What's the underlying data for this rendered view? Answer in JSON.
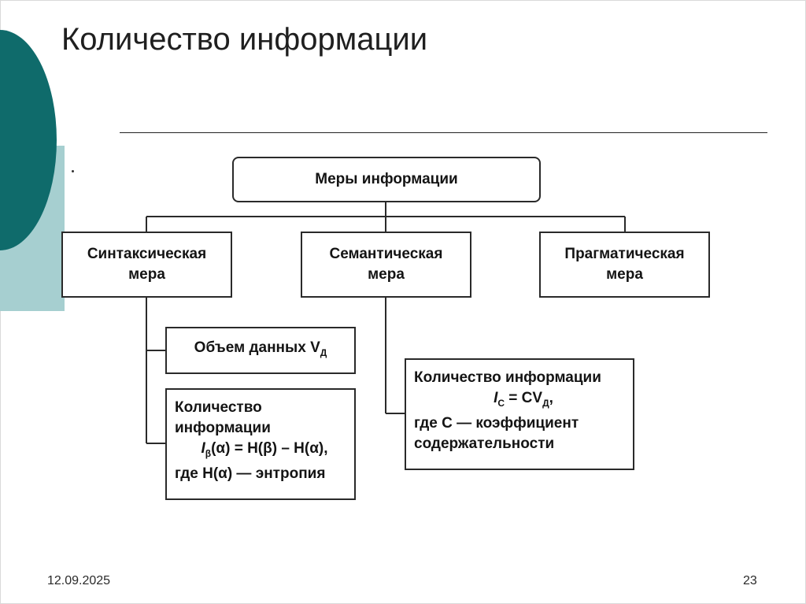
{
  "slide": {
    "title": "Количество информации",
    "date": "12.09.2025",
    "page_number": "23"
  },
  "diagram": {
    "root": {
      "label": "Меры информации"
    },
    "measures": [
      {
        "line1": "Синтаксическая",
        "line2": "мера"
      },
      {
        "line1": "Семантическая",
        "line2": "мера"
      },
      {
        "line1": "Прагматическая",
        "line2": "мера"
      }
    ],
    "syntactic_children": {
      "volume": {
        "text": "Объем данных V",
        "sub": "Д"
      },
      "amount": {
        "line1": "Количество",
        "line2": "информации",
        "formula": {
          "I": "I",
          "sub": "β",
          "rest": "(α) = H(β) – H(α),",
          "where": "где H(α) — энтропия"
        }
      }
    },
    "semantic_child": {
      "line1": "Количество информации",
      "formula": {
        "I": "I",
        "sub": "C",
        "mid": " = CV",
        "sub2": "Д",
        "end": ","
      },
      "line3": "где C — коэффициент",
      "line4": "содержательности"
    }
  },
  "colors": {
    "accent_dark": "#0f6b6b",
    "accent_light": "#a6cfd0",
    "line": "#2a2a2a"
  }
}
